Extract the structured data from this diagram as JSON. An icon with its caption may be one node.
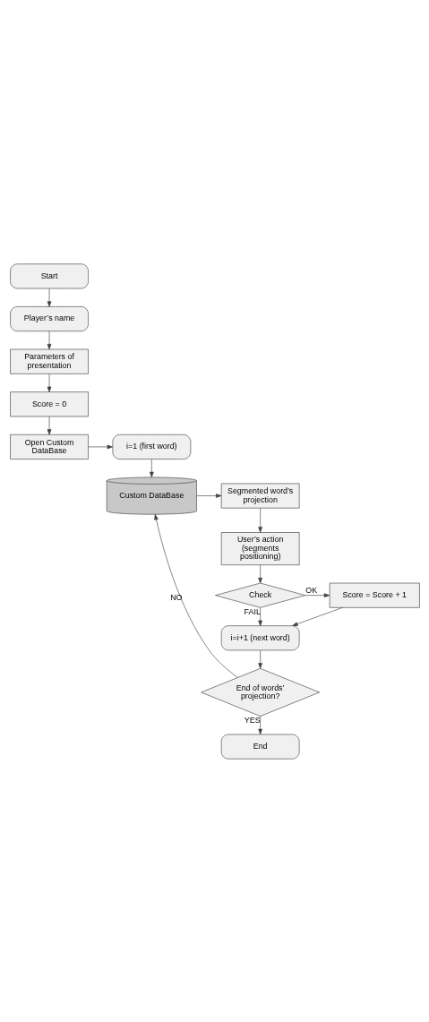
{
  "diagram": {
    "nodes": [
      {
        "text": [
          "Start"
        ]
      },
      {
        "text": [
          "Player’s name"
        ]
      },
      {
        "text": [
          "Parameters of presentation"
        ]
      },
      {
        "text": [
          "Score = 0"
        ]
      },
      {
        "text": [
          "Open Custom DataBase"
        ]
      },
      {
        "text": [
          "i=1 (first word)"
        ]
      },
      {
        "text": [
          "Custom DataBase"
        ]
      },
      {
        "text": [
          "Segmented word’s projection"
        ]
      },
      {
        "text": [
          "User’s action (segments positioning)"
        ]
      },
      {
        "text": [
          "Check"
        ]
      },
      {
        "text": [
          "Score = Score + 1"
        ]
      },
      {
        "text": [
          "i=i+1 (next word)"
        ]
      },
      {
        "text": [
          "End of words’ projection?"
        ]
      },
      {
        "text": [
          "End"
        ]
      }
    ],
    "edges": [
      {
        "from": 0,
        "to": 1,
        "arrow": "to"
      },
      {
        "from": 1,
        "to": 2,
        "arrow": "to"
      },
      {
        "from": 2,
        "to": 3,
        "arrow": "to"
      },
      {
        "from": 3,
        "to": 4,
        "arrow": "to"
      },
      {
        "from": 4,
        "to": 5,
        "arrow": "to"
      },
      {
        "from": 5,
        "to": 6,
        "arrow": "to"
      },
      {
        "from": 6,
        "to": 7,
        "arrow": "to"
      },
      {
        "from": 7,
        "to": 8,
        "arrow": "to"
      },
      {
        "from": 8,
        "to": 9,
        "arrow": "to"
      },
      {
        "from": 9,
        "to": 10,
        "arrow": "to",
        "label": "OK"
      },
      {
        "from": 9,
        "to": 11,
        "arrow": "to",
        "label": "FAIL"
      },
      {
        "from": 10,
        "to": 11,
        "arrow": "to"
      },
      {
        "from": 11,
        "to": 12,
        "arrow": "to"
      },
      {
        "from": 12,
        "to": 6,
        "arrow": "to",
        "label": "NO"
      },
      {
        "from": 12,
        "to": 13,
        "arrow": "to",
        "label": "YES"
      }
    ]
  }
}
